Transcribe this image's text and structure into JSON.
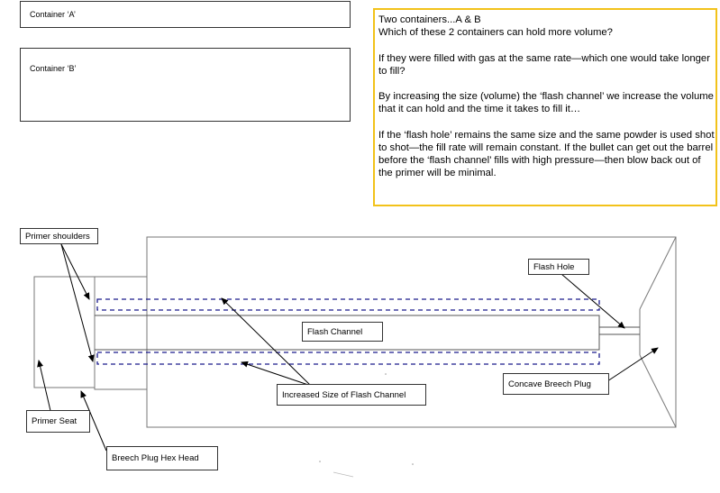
{
  "containers": {
    "a_label": "Container ‘A’",
    "b_label": "Container ‘B’"
  },
  "note": {
    "p1": "Two containers...A & B",
    "p1b": "Which of these 2 containers can hold more volume?",
    "p2": "If they were filled with gas at the same rate—which one would take longer to fill?",
    "p3": "By increasing the size (volume) the ‘flash channel’ we increase the volume that it can hold and the time it takes to fill it…",
    "p4": "If the ‘flash  hole’ remains the same size and the same powder is used shot to shot—the fill rate will remain constant.  If the bullet can get out the barrel before the ‘flash channel’ fills with high pressure—then blow back out of the primer will be minimal."
  },
  "labels": {
    "primer_shoulders": "Primer shoulders",
    "flash_hole": "Flash Hole",
    "flash_channel": "Flash Channel",
    "increased_size": "Increased Size of Flash Channel",
    "concave_breech_plug": "Concave Breech Plug",
    "primer_seat": "Primer Seat",
    "breech_plug_hex_head": "Breech Plug Hex Head"
  },
  "colors": {
    "note_border": "#f2c21a",
    "dashed_outline": "#1a1a8c"
  }
}
